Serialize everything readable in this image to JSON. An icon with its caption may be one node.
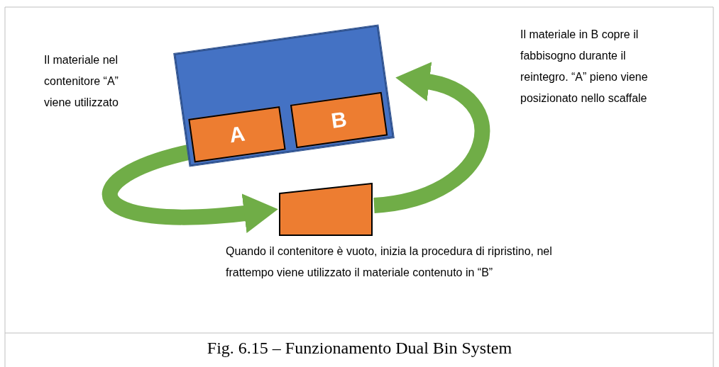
{
  "diagram": {
    "caption": "Fig. 6.15 – Funzionamento Dual Bin System",
    "nodes": [
      {
        "text": [],
        "shape": "box"
      },
      {
        "text": [
          "A"
        ],
        "in": 0
      },
      {
        "text": [
          "B"
        ],
        "in": 0
      },
      {
        "text": [],
        "shape": "box"
      }
    ],
    "edges": [
      {
        "from": 1,
        "to": 3,
        "arrow": "to"
      },
      {
        "from": 3,
        "to": 0,
        "arrow": "to"
      }
    ],
    "labels": [
      "Il materiale nel contenitore “A” viene utilizzato",
      "Il materiale in B copre il fabbisogno durante il reintegro. “A” pieno viene posizionato nello scaffale",
      "Quando il contenitore è vuoto, inizia la procedura di ripristino, nel frattempo viene utilizzato il materiale contenuto in “B”"
    ]
  }
}
